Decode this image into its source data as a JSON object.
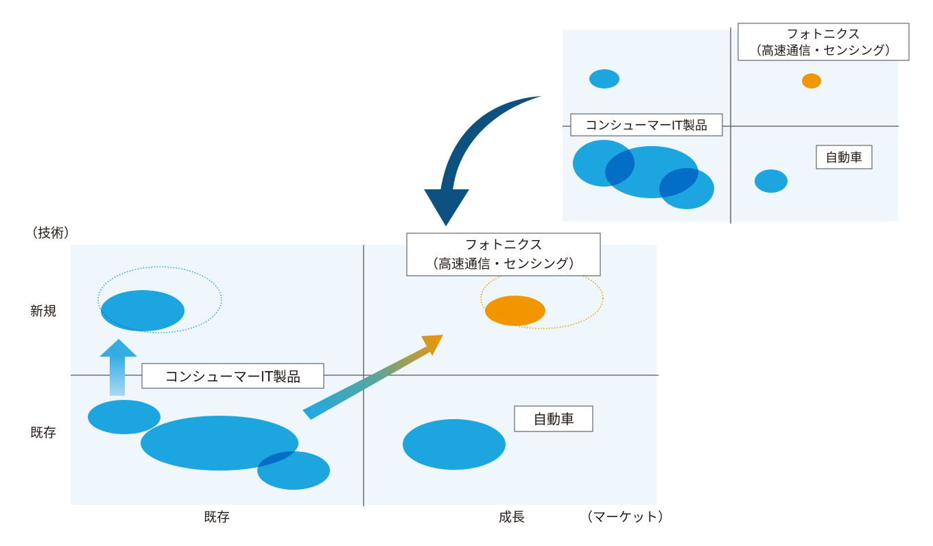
{
  "axes": {
    "y_title": "（技術）",
    "y_new": "新規",
    "y_existing": "既存",
    "x_existing": "既存",
    "x_growth": "成長",
    "x_title": "（マーケット）"
  },
  "labels": {
    "consumer_it": "コンシューマーIT製品",
    "photonics_line1": "フォトニクス",
    "photonics_line2": "（高速通信・センシング）",
    "automotive": "自動車"
  },
  "colors": {
    "blue": "#1eaae2",
    "orange": "#f29600",
    "navy": "#0d5181",
    "panel": "#eff7fd"
  }
}
